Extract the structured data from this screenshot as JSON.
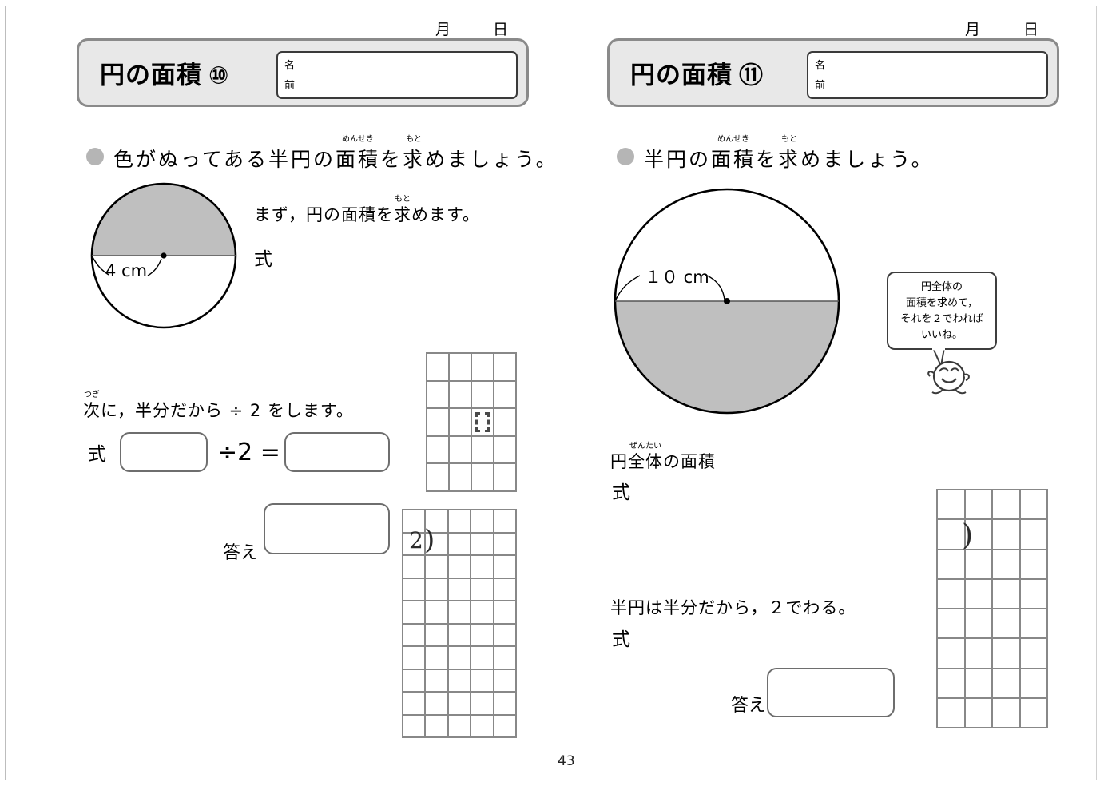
{
  "document": {
    "page_number": "43"
  },
  "left_page": {
    "header": {
      "title": "円の面積",
      "number": "⑩",
      "name_label_top": "名",
      "name_label_bottom": "前",
      "date_month": "月",
      "date_day": "日"
    },
    "instruction": {
      "text_1": "色がぬってある半円の",
      "ruby_word_1": "面積",
      "ruby_reading_1": "めんせき",
      "text_2": "を",
      "ruby_word_2": "求",
      "ruby_reading_2": "もと",
      "text_3": "めましょう。"
    },
    "figure": {
      "radius_label": "4 cm",
      "shaded_half": "top",
      "fill_color": "#bfbfbf"
    },
    "step1": {
      "text_1": "まず，円の面積を",
      "ruby_word": "求",
      "ruby_reading": "もと",
      "text_2": "めます。",
      "shiki_label": "式"
    },
    "step2": {
      "ruby_word": "次",
      "ruby_reading": "つぎ",
      "text": "に，半分だから ÷ 2 をします。",
      "shiki_label": "式",
      "operator_divide": "÷2 =",
      "answer_label": "答え"
    },
    "grid_upper": {
      "cols": 4,
      "rows": 5,
      "dashed_cell_row": 3,
      "dashed_cell_col": 3
    },
    "grid_lower": {
      "cols": 5,
      "rows": 10,
      "division_mark": "2",
      "division_bracket": ")",
      "mark_row": 2,
      "mark_col": 1
    }
  },
  "right_page": {
    "header": {
      "title": "円の面積",
      "number": "⑪",
      "name_label_top": "名",
      "name_label_bottom": "前",
      "date_month": "月",
      "date_day": "日"
    },
    "instruction": {
      "text_1": "半円の",
      "ruby_word_1": "面積",
      "ruby_reading_1": "めんせき",
      "text_2": "を",
      "ruby_word_2": "求",
      "ruby_reading_2": "もと",
      "text_3": "めましょう。"
    },
    "figure": {
      "radius_label": "１０ cm",
      "shaded_half": "bottom",
      "fill_color": "#bfbfbf"
    },
    "hint_bubble": {
      "line_1": "円全体の",
      "line_2": "面積を求めて，",
      "line_3": "それを２でわれば",
      "line_4": "いいね。"
    },
    "step1": {
      "ruby_word": "全体",
      "ruby_reading": "ぜんたい",
      "text_1": "円",
      "text_2": "の面積",
      "shiki_label": "式"
    },
    "step2": {
      "text": "半円は半分だから，２でわる。",
      "shiki_label": "式",
      "answer_label": "答え"
    },
    "grid": {
      "cols": 4,
      "rows": 8,
      "division_bracket": ")",
      "mark_row": 2,
      "mark_col": 2
    }
  }
}
